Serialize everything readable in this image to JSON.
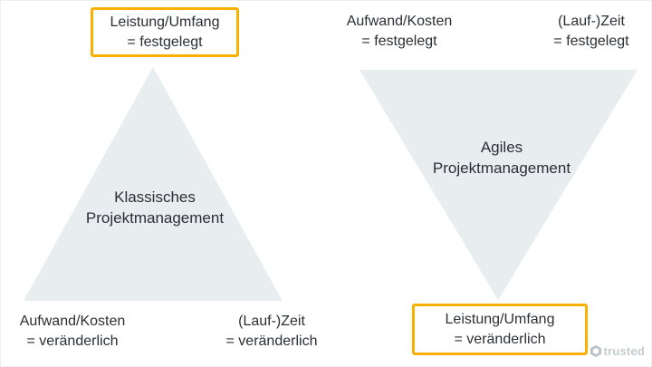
{
  "classic": {
    "fixed_box": {
      "line1": "Leistung/Umfang",
      "line2": "= festgelegt"
    },
    "triangle_label": {
      "line1": "Klassisches",
      "line2": "Projektmanagement"
    },
    "cost": {
      "line1": "Aufwand/Kosten",
      "line2": "= veränderlich"
    },
    "time": {
      "line1": "(Lauf-)Zeit",
      "line2": "= veränderlich"
    }
  },
  "agile": {
    "cost": {
      "line1": "Aufwand/Kosten",
      "line2": "= festgelegt"
    },
    "time": {
      "line1": "(Lauf-)Zeit",
      "line2": "= festgelegt"
    },
    "triangle_label": {
      "line1": "Agiles",
      "line2": "Projektmanagement"
    },
    "fixed_box": {
      "line1": "Leistung/Umfang",
      "line2": "= veränderlich"
    }
  },
  "branding": {
    "logo_text": "trusted"
  },
  "colors": {
    "triangle_fill": "#e8edf0",
    "highlight_border": "#f9b000",
    "text": "#2b2f33",
    "logo": "#c4cbd1"
  }
}
